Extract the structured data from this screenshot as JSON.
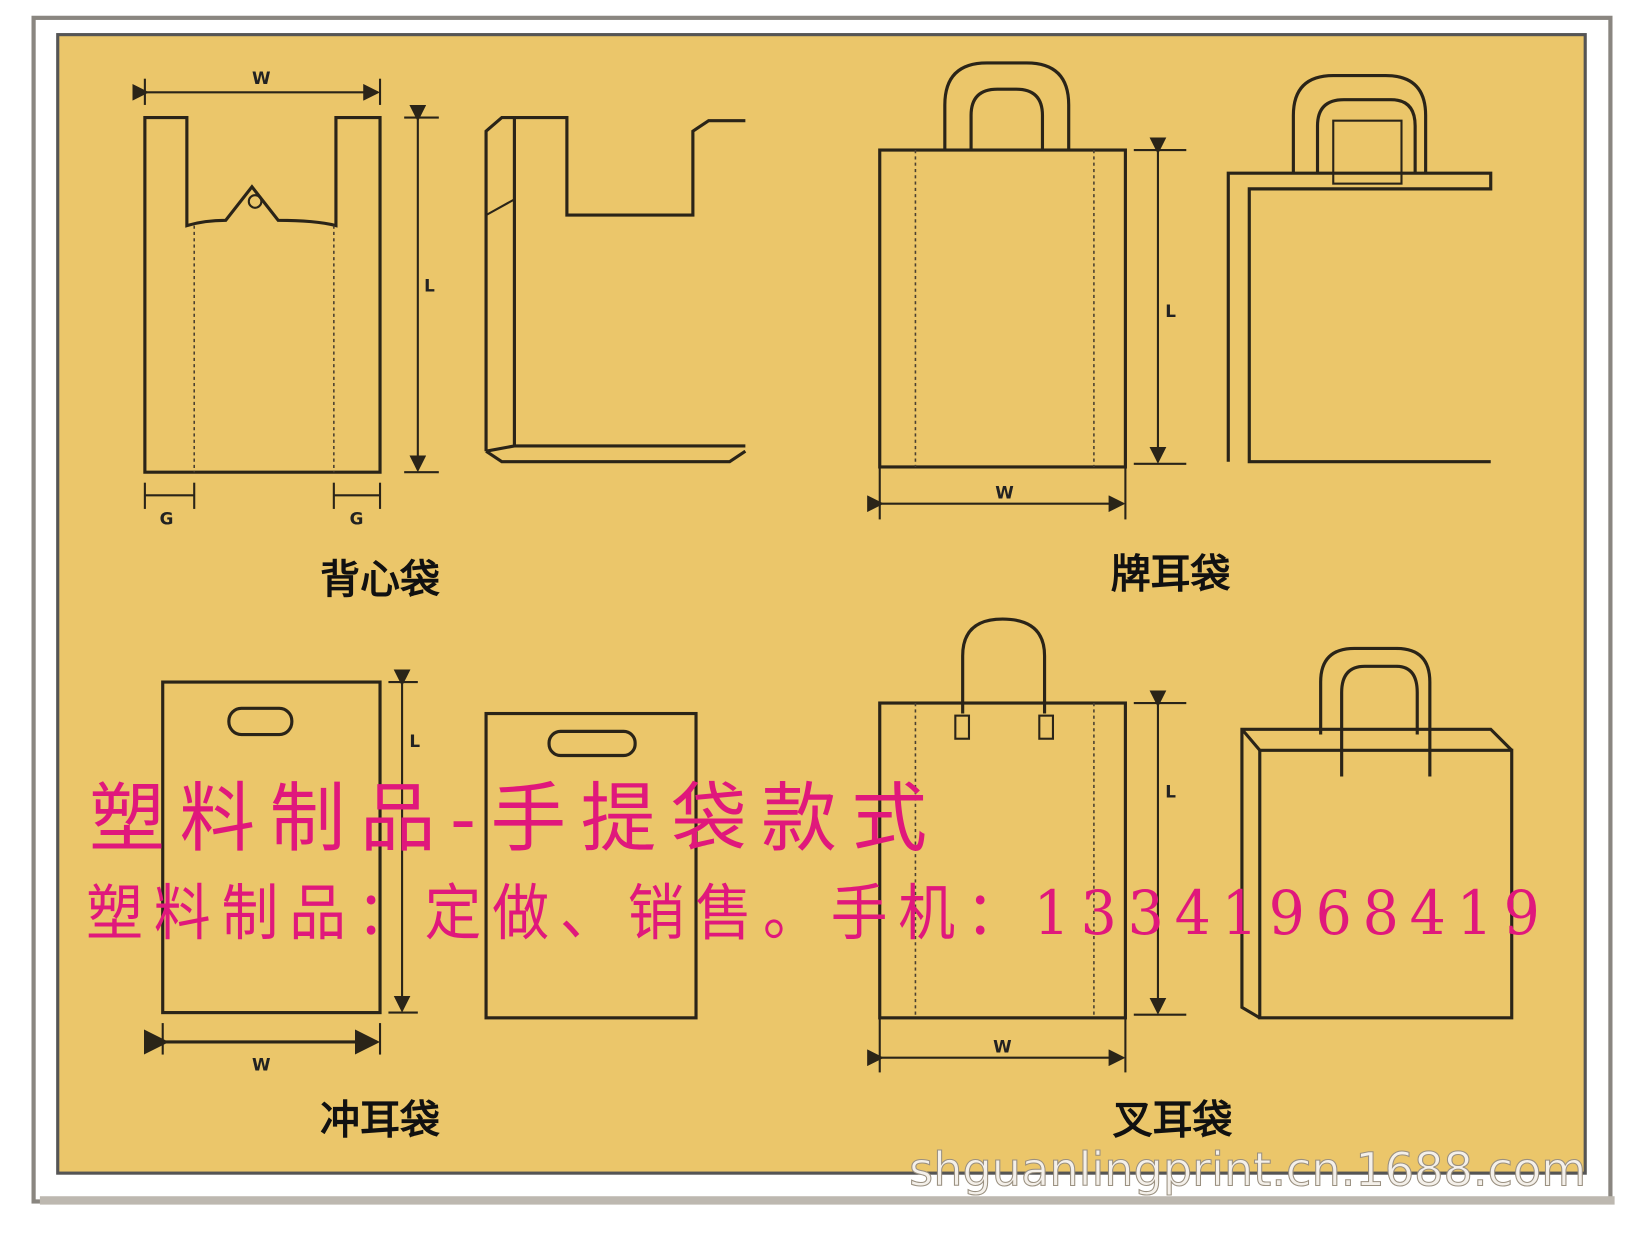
{
  "colors": {
    "background": "#EBC66A",
    "frame": "#8a8680",
    "promo_text": "#E0187C",
    "line": "#2A2418"
  },
  "bags": [
    {
      "label": "背心袋",
      "dims": {
        "width": "W",
        "length": "L",
        "gusset": "G"
      }
    },
    {
      "label": "牌耳袋",
      "dims": {
        "width": "W",
        "length": "L"
      }
    },
    {
      "label": "冲耳袋",
      "dims": {
        "width": "W",
        "length": "L"
      }
    },
    {
      "label": "叉耳袋",
      "dims": {
        "width": "W",
        "length": "L"
      }
    }
  ],
  "promo": {
    "title": "塑料制品-手提袋款式",
    "contact": "塑料制品：定做、销售。手机：13341968419"
  },
  "watermark": "shguanlingprint.cn.1688.com"
}
